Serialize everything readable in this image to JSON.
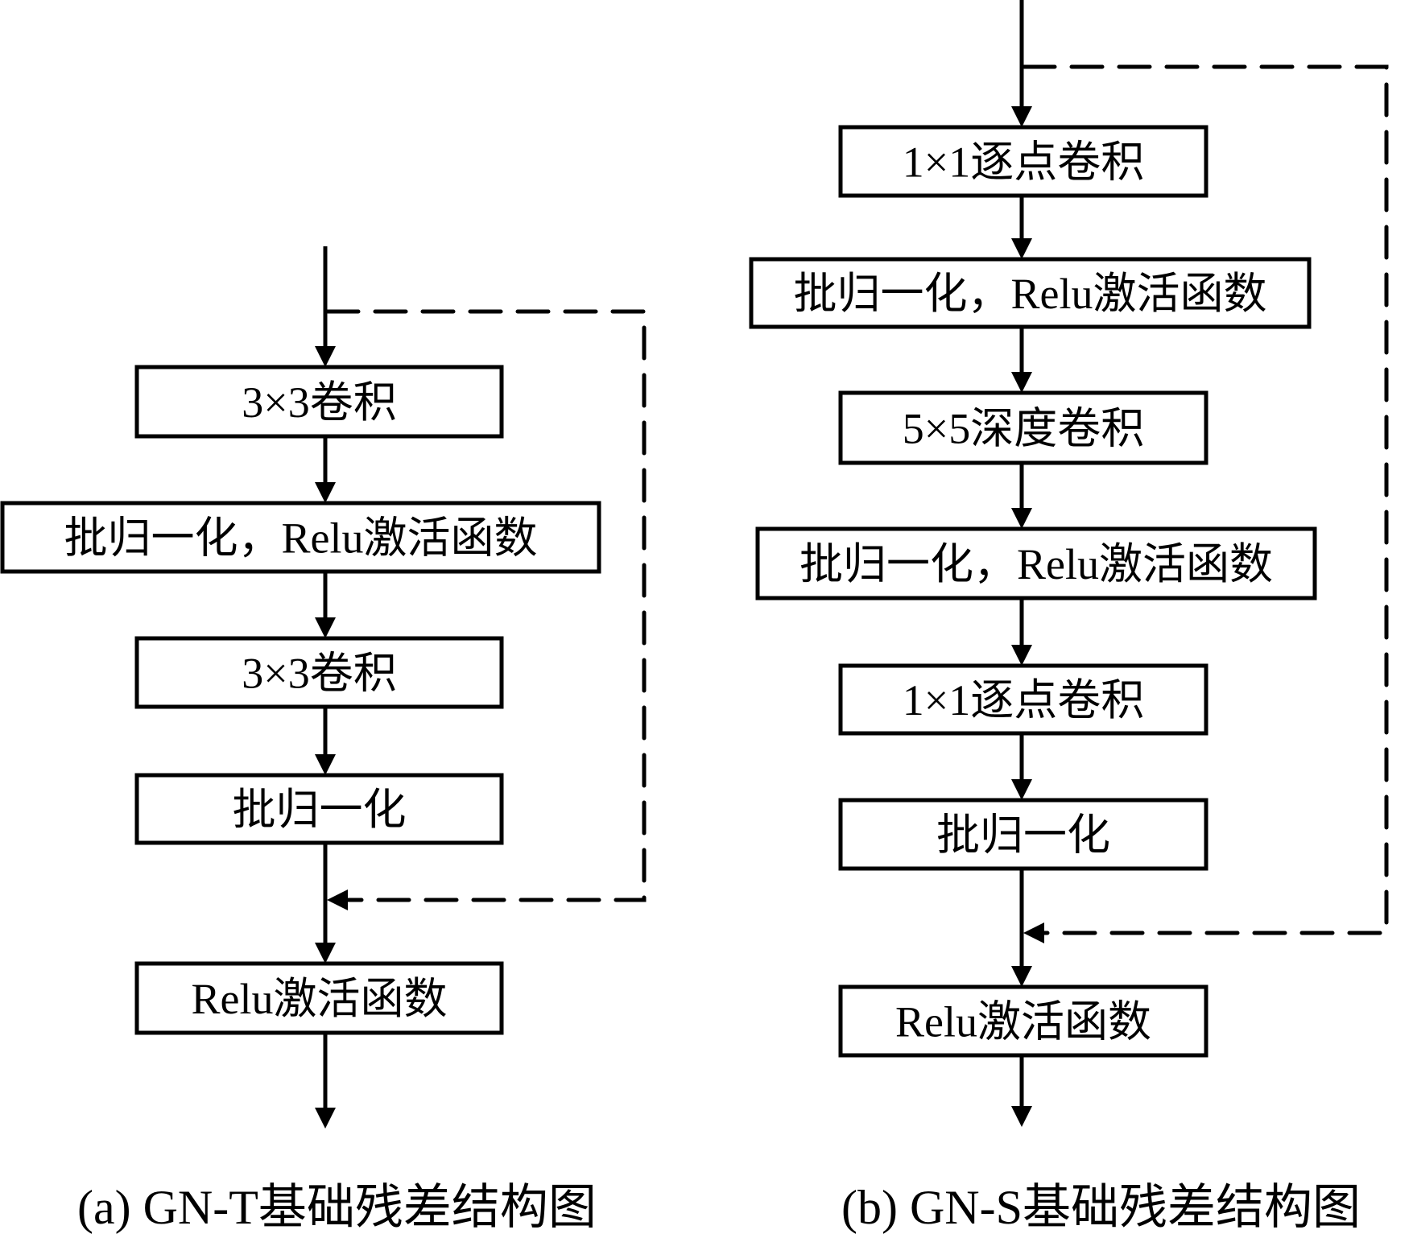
{
  "diagrams": [
    {
      "id": "gn-t",
      "caption": "(a) GN-T基础残差结构图",
      "blocks": [
        {
          "label": "3×3卷积"
        },
        {
          "label": "批归一化，Relu激活函数"
        },
        {
          "label": "3×3卷积"
        },
        {
          "label": "批归一化"
        },
        {
          "label": "Relu激活函数"
        }
      ],
      "skip_connection": {
        "style": "dashed",
        "from": "input",
        "to": "before block 5"
      }
    },
    {
      "id": "gn-s",
      "caption": "(b) GN-S基础残差结构图",
      "blocks": [
        {
          "label": "1×1逐点卷积"
        },
        {
          "label": "批归一化，Relu激活函数"
        },
        {
          "label": "5×5深度卷积"
        },
        {
          "label": "批归一化，Relu激活函数"
        },
        {
          "label": "1×1逐点卷积"
        },
        {
          "label": "批归一化"
        },
        {
          "label": "Relu激活函数"
        }
      ],
      "skip_connection": {
        "style": "dashed",
        "from": "input",
        "to": "before block 7"
      }
    }
  ],
  "colors": {
    "stroke": "#000000",
    "background": "#ffffff"
  }
}
